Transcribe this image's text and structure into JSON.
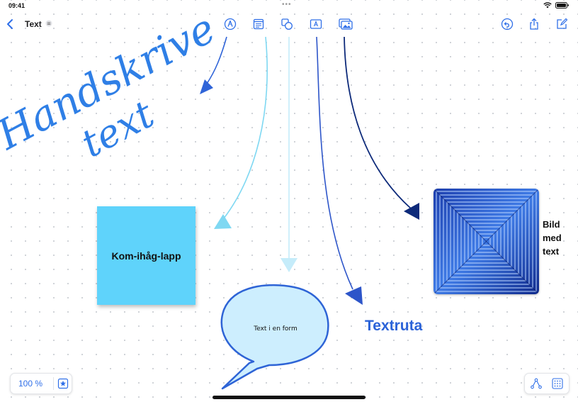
{
  "status": {
    "time": "09:41",
    "center_dots": "•••"
  },
  "toolbar": {
    "back_icon": "chevron-left-icon",
    "title": "Text",
    "title_menu_icon": "ellipsis-icon",
    "center_tools": [
      "pen-icon",
      "sticky-note-icon",
      "shapes-icon",
      "text-box-icon",
      "media-icon"
    ],
    "right_tools": [
      "undo-icon",
      "share-icon",
      "compose-icon"
    ],
    "accent": "#2f6fe8"
  },
  "canvas": {
    "handwriting_line1": "Handskriven",
    "handwriting_line2": "text",
    "sticky_note": "Kom-ihåg-lapp",
    "shape_text": "Text i en form",
    "textbox": "Textruta",
    "image_caption": "Bild\nmed\ntext",
    "colors": {
      "sticky": "#5fd3fb",
      "bubble_fill": "#cdeefe",
      "bubble_stroke": "#2e64d6",
      "handwriting": "#2f7fe6",
      "textbox": "#2b63d8"
    }
  },
  "bottom": {
    "zoom": "100 %",
    "favorite_icon": "star-box-icon",
    "connector_icon": "connector-icon",
    "grid_icon": "grid-icon"
  }
}
